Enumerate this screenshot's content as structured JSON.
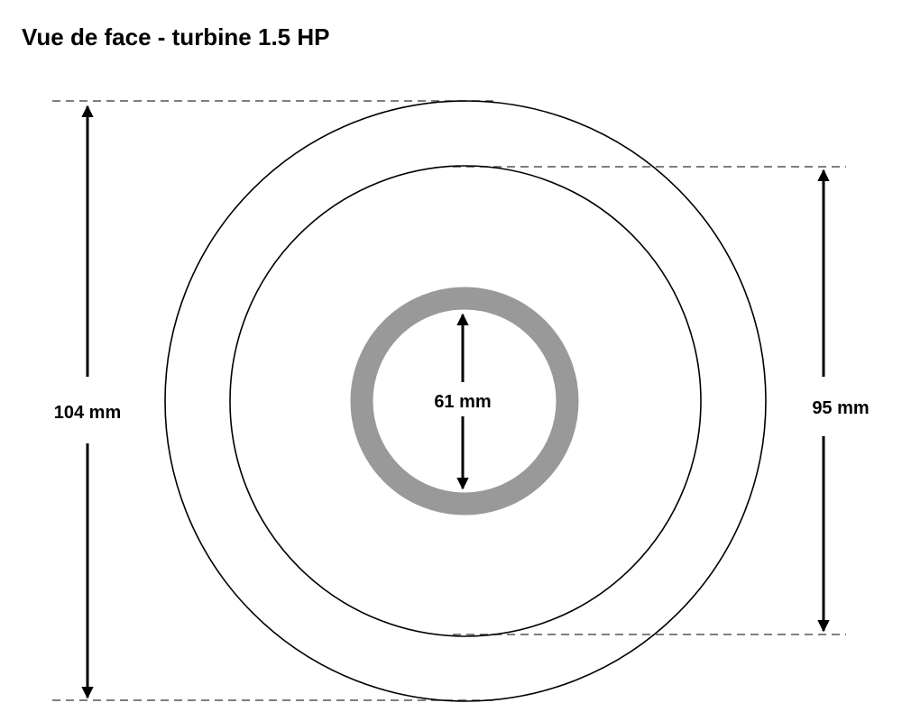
{
  "title": "Vue de face - turbine 1.5 HP",
  "dimensions": {
    "outer_diameter": "104 mm",
    "inner_diameter": "95 mm",
    "hub_diameter": "61 mm"
  },
  "colors": {
    "outline": "#000000",
    "hub_ring": "#999999",
    "dashed_line": "#555555",
    "background": "#ffffff"
  }
}
